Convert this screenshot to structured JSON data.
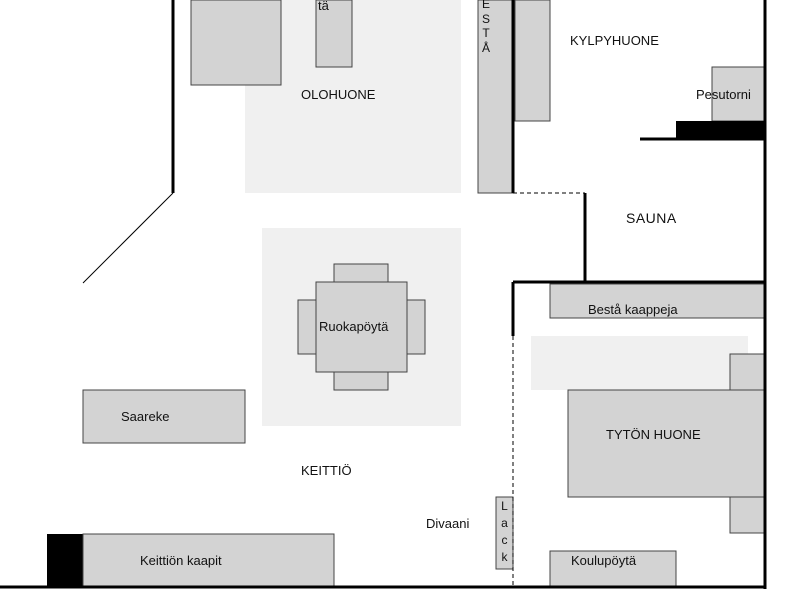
{
  "rooms": {
    "living_room": "OLOHUONE",
    "bathroom": "KYLPYHUONE",
    "sauna": "SAUNA",
    "kitchen": "KEITTIÖ",
    "daughter_room": "TYTÖN HUONE"
  },
  "furniture": {
    "partial_label": "tä",
    "besta_vertical": [
      "E",
      "S",
      "T",
      "Å"
    ],
    "shower_tower": "Pesutorni",
    "dining_table": "Ruokapöytä",
    "besta_cabinets": "Bestå kaappeja",
    "island": "Saareke",
    "sofa": "Divaani",
    "lack_vertical": [
      "L",
      "a",
      "c",
      "k"
    ],
    "kitchen_cabinets": "Keittiön kaapit",
    "school_desk": "Koulupöytä"
  },
  "colors": {
    "wall": "#000000",
    "furniture_fill": "#d3d3d3",
    "rug_fill": "#f0f0f0",
    "outline": "#444444"
  }
}
